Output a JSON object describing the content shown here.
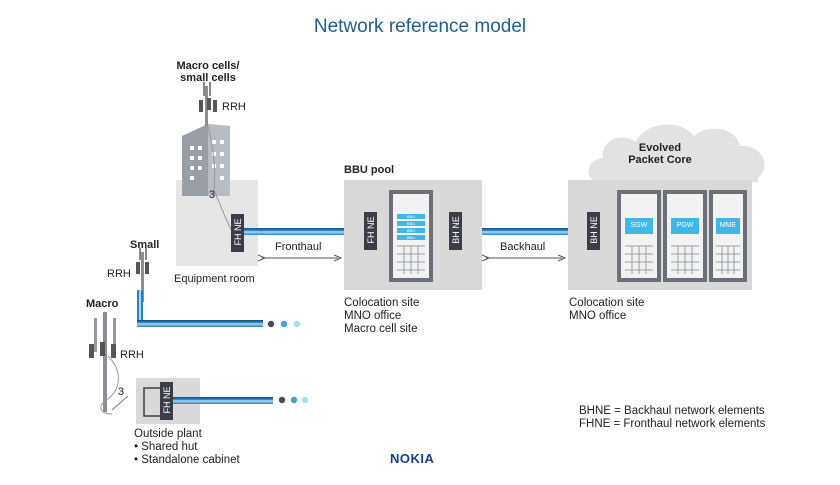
{
  "title": "Network reference model",
  "labels": {
    "macro_small_cells_1": "Macro cells/",
    "macro_small_cells_2": "small cells",
    "rrh_top": "RRH",
    "three_top": "3",
    "equipment_room": "Equipment room",
    "small": "Small",
    "rrh_small": "RRH",
    "macro": "Macro",
    "rrh_macro": "RRH",
    "three_macro": "3",
    "bbu_pool": "BBU pool",
    "fronthaul": "Fronthaul",
    "backhaul": "Backhaul",
    "evolved_1": "Evolved",
    "evolved_2": "Packet Core"
  },
  "ne_labels": {
    "fh_ne": "FH NE",
    "bh_ne": "BH NE"
  },
  "core_modules": [
    "SGW",
    "PGW",
    "MME"
  ],
  "bbu_module_labels": [
    "BBU",
    "BBU",
    "BBU",
    "BBU"
  ],
  "sites": {
    "bbu": [
      "Colocation site",
      "MNO office",
      "Macro cell site"
    ],
    "core": [
      "Colocation site",
      "MNO office"
    ],
    "outside_plant_title": "Outside plant",
    "outside_plant_items": [
      "Shared hut",
      "Standalone cabinet"
    ]
  },
  "legend": {
    "bhne": "BHNE = Backhaul network elements",
    "fhne": "FHNE = Fronthaul network elements"
  },
  "logo": "NOKIA",
  "colors": {
    "title": "#1f5f8f",
    "cable_dark": "#1b4e7a",
    "cable_light": "#7fc4ea",
    "box_fill": "#d9d9d9",
    "ne_fill": "#3d3d48",
    "module_accent": "#3fb7e8",
    "cloud": "#e2e2e2"
  }
}
